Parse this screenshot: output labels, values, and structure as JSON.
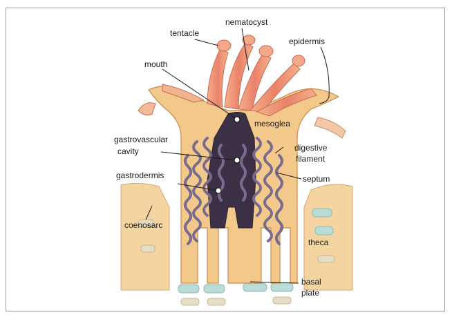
{
  "labels": {
    "tentacle": "tentacle",
    "nematocyst": "nematocyst",
    "epidermis": "epidermis",
    "mouth": "mouth",
    "mesoglea": "mesoglea",
    "gastrovascular_1": "gastrovascular",
    "gastrovascular_2": "cavity",
    "digestive_1": "digestive",
    "digestive_2": "filament",
    "gastrodermis": "gastrodermis",
    "septum": "septum",
    "coenosarc": "coenosarc",
    "theca": "theca",
    "basal_1": "basal",
    "basal_2": "plate"
  },
  "colors": {
    "tissue": "#f2c98a",
    "tissue_edge": "#c98a4e",
    "tentacle": "#e98e6c",
    "tentacle_light": "#f6b08c",
    "cavity": "#3b3046",
    "septum": "#7a6a8c",
    "skeleton": "#b9dcd6",
    "skeleton_edge": "#8fbab3"
  }
}
